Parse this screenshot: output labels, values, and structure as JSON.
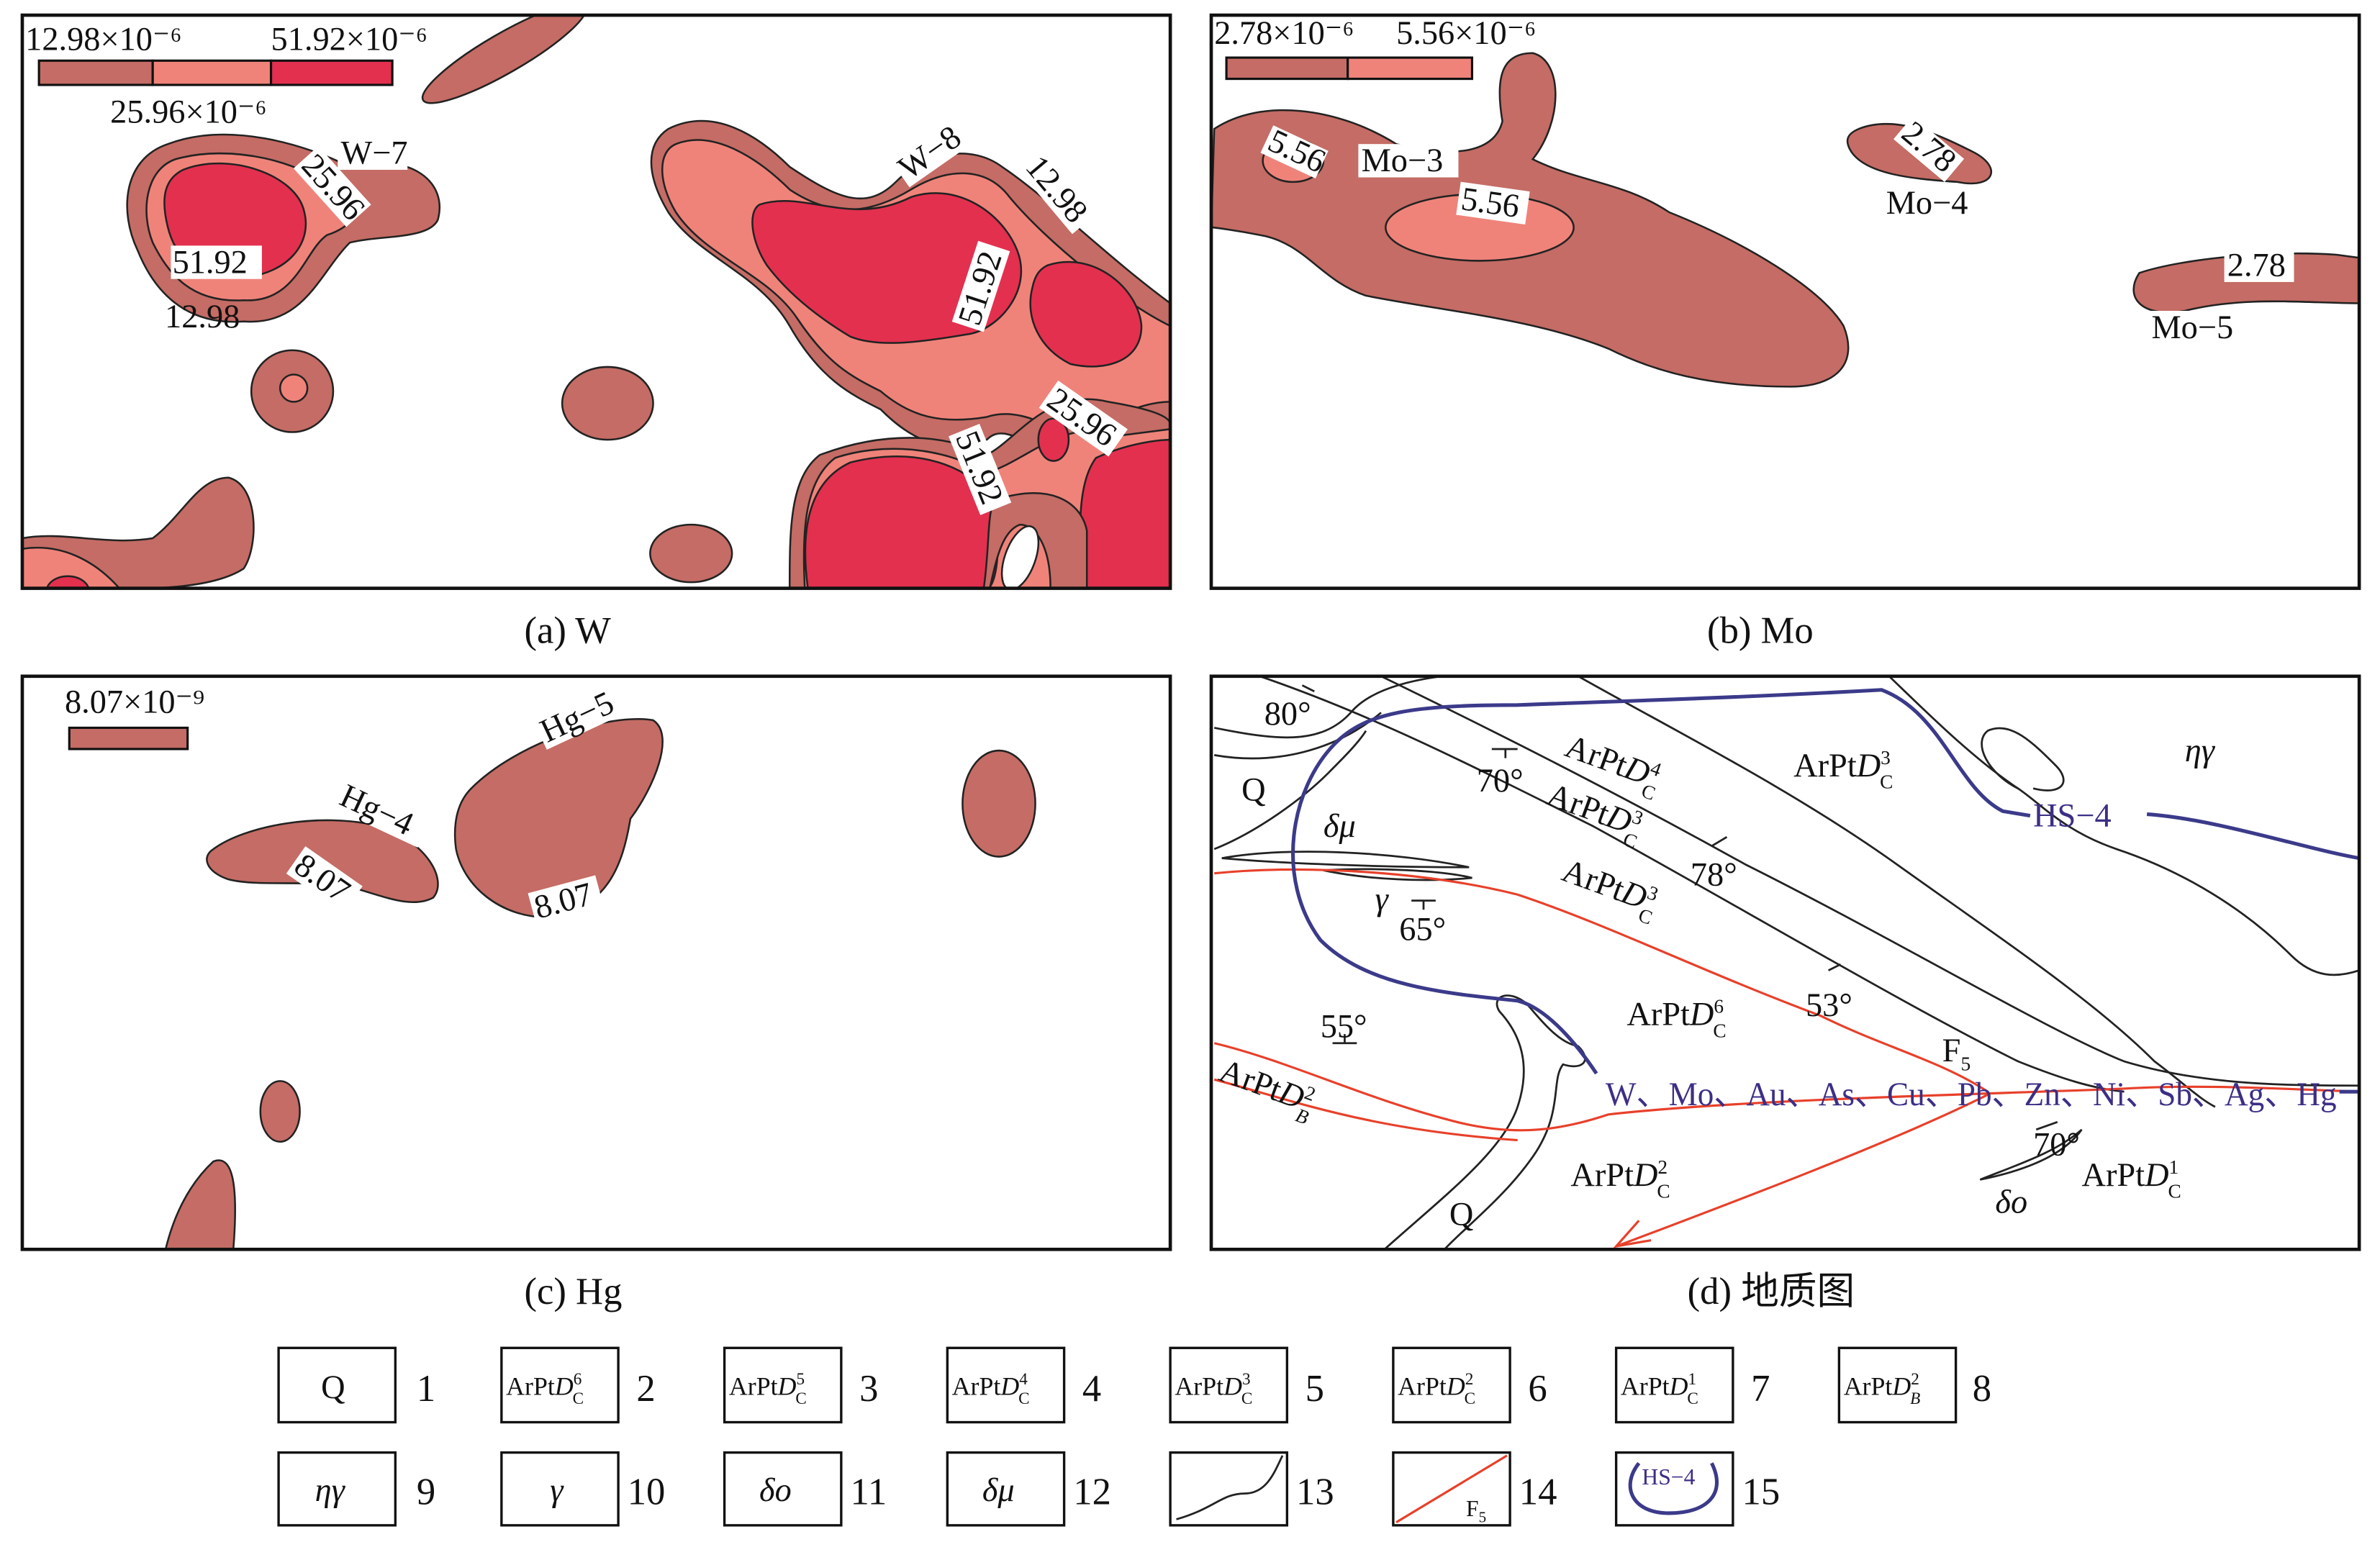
{
  "panels": {
    "a": {
      "caption": "(a) W",
      "legend": {
        "low": "12.98×10⁻⁶",
        "mid": "25.96×10⁻⁶",
        "high": "51.92×10⁻⁶"
      },
      "anomalies": [
        "W−7",
        "W−8"
      ],
      "contour_labels": [
        "25.96",
        "51.92",
        "12.98",
        "12.98",
        "51.92",
        "25.96",
        "51.92"
      ]
    },
    "b": {
      "caption": "(b) Mo",
      "legend": {
        "low": "2.78×10⁻⁶",
        "high": "5.56×10⁻⁶"
      },
      "anomalies": [
        "Mo−3",
        "Mo−4",
        "Mo−5"
      ],
      "contour_labels": [
        "5.56",
        "5.56",
        "2.78",
        "2.78"
      ]
    },
    "c": {
      "caption": "(c) Hg",
      "legend": {
        "low": "8.07×10⁻⁹"
      },
      "anomalies": [
        "Hg−4",
        "Hg−5"
      ],
      "contour_labels": [
        "8.07",
        "8.07"
      ]
    },
    "d": {
      "caption": "(d) 地质图",
      "dips": [
        "80°",
        "70°",
        "78°",
        "65°",
        "53°",
        "55°",
        "70°"
      ],
      "rocks": {
        "Q": "Q",
        "dmu": "δμ",
        "gamma": "γ",
        "etagamma": "ηγ",
        "delta_o": "δo"
      },
      "strata": {
        "base": "ArPt",
        "D": "D",
        "C": "C",
        "B": "B",
        "n1": "1",
        "n2": "2",
        "n3": "3",
        "n4": "4",
        "n6": "6"
      },
      "fault": {
        "F": "F",
        "sub": "5"
      },
      "zone": "HS−4",
      "elements": "W、Mo、Au、As、Cu、Pb、Zn、Ni、Sb、Ag、Hg"
    }
  },
  "legend": {
    "numbers": [
      "1",
      "2",
      "3",
      "4",
      "5",
      "6",
      "7",
      "8",
      "9",
      "10",
      "11",
      "12",
      "13",
      "14",
      "15"
    ],
    "sups": [
      "6",
      "5",
      "4",
      "3",
      "2",
      "1",
      "2"
    ],
    "subs": [
      "C",
      "C",
      "C",
      "C",
      "C",
      "C",
      "B"
    ]
  },
  "colors": {
    "level1": "#c46c65",
    "level2": "#ef837a",
    "level3": "#e3304f",
    "fault": "#e8402a",
    "zone": "#3b3a8a"
  }
}
